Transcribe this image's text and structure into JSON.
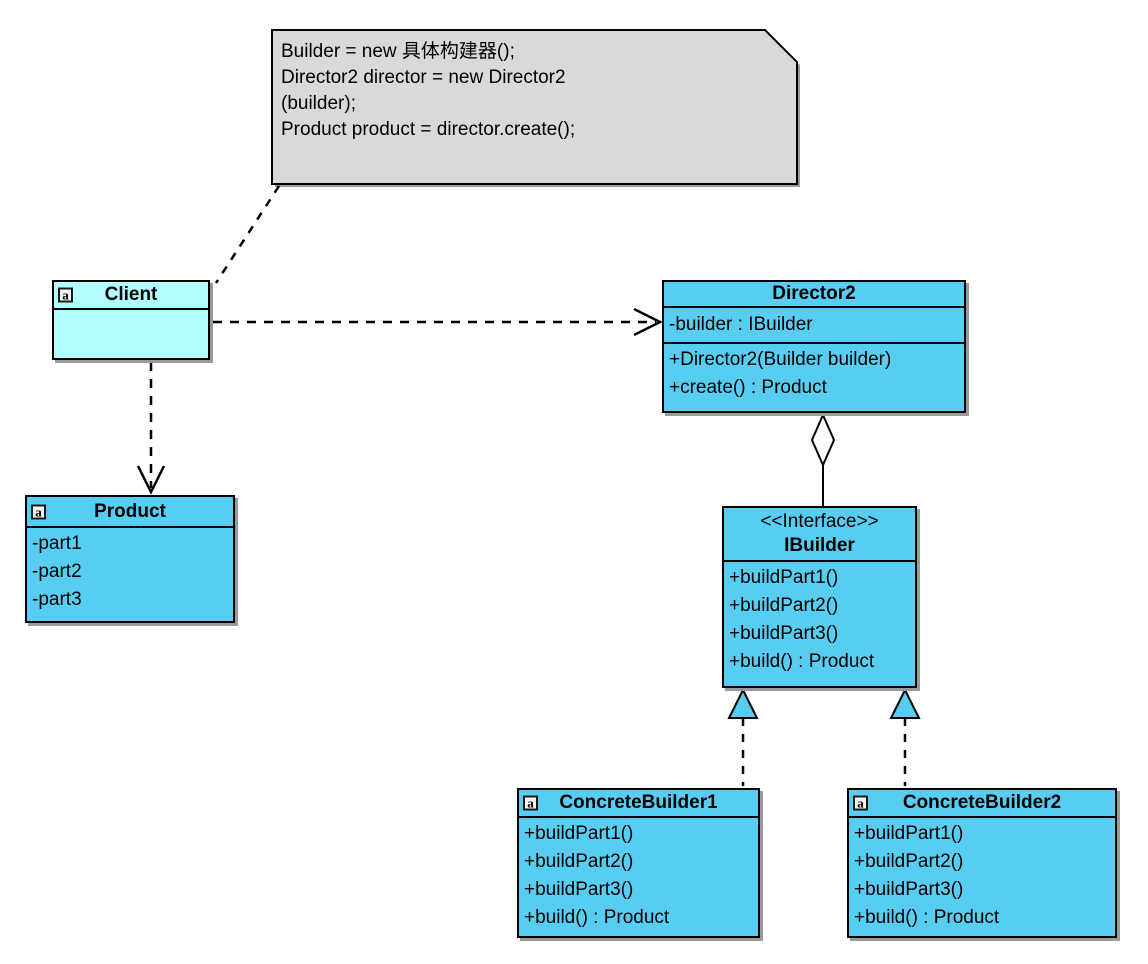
{
  "diagram": {
    "kind": "uml-class-diagram",
    "pattern": "Builder"
  },
  "colors": {
    "class_fill": "#57CDF2",
    "client_fill": "#B2FFFF",
    "note_fill": "#D9D9D9",
    "border": "#000000",
    "shadow": "#9A9A9A"
  },
  "icons": {
    "class_marker": "a"
  },
  "note": {
    "lines": [
      "Builder = new 具体构建器();",
      "Director2 director = new Director2",
      "(builder);",
      "Product product = director.create();"
    ]
  },
  "classes": {
    "client": {
      "name": "Client",
      "attributes": [],
      "operations": []
    },
    "product": {
      "name": "Product",
      "attributes": [
        "-part1",
        "-part2",
        "-part3"
      ],
      "operations": []
    },
    "director2": {
      "name": "Director2",
      "attributes": [
        "-builder : IBuilder"
      ],
      "operations": [
        "+Director2(Builder builder)",
        "+create() : Product"
      ]
    },
    "ibuilder": {
      "stereotype": "<<Interface>>",
      "name": "IBuilder",
      "attributes": [],
      "operations": [
        "+buildPart1()",
        "+buildPart2()",
        "+buildPart3()",
        "+build() : Product"
      ]
    },
    "concrete_builder1": {
      "name": "ConcreteBuilder1",
      "attributes": [],
      "operations": [
        "+buildPart1()",
        "+buildPart2()",
        "+buildPart3()",
        "+build() : Product"
      ]
    },
    "concrete_builder2": {
      "name": "ConcreteBuilder2",
      "attributes": [],
      "operations": [
        "+buildPart1()",
        "+buildPart2()",
        "+buildPart3()",
        "+build() : Product"
      ]
    }
  },
  "relationships": [
    {
      "type": "note-anchor",
      "from": "note",
      "to": "Client",
      "style": "dashed"
    },
    {
      "type": "dependency",
      "from": "Client",
      "to": "Director2",
      "style": "dashed-open-arrow"
    },
    {
      "type": "dependency",
      "from": "Client",
      "to": "Product",
      "style": "dashed-open-arrow"
    },
    {
      "type": "aggregation",
      "from": "Director2",
      "to": "IBuilder",
      "style": "solid-hollow-diamond"
    },
    {
      "type": "realization",
      "from": "ConcreteBuilder1",
      "to": "IBuilder",
      "style": "dashed-hollow-triangle"
    },
    {
      "type": "realization",
      "from": "ConcreteBuilder2",
      "to": "IBuilder",
      "style": "dashed-hollow-triangle"
    }
  ]
}
